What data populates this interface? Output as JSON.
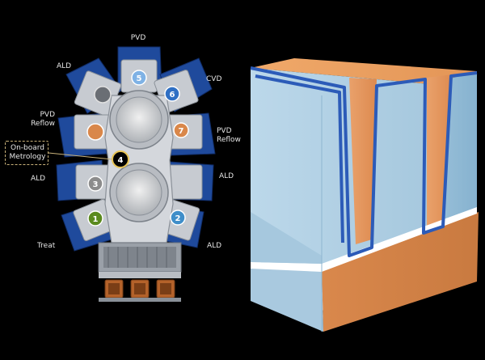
{
  "labels": {
    "pvd_top": "PVD",
    "ald_top_left": "ALD",
    "cvd": "CVD",
    "pvd_reflow_left_1": "PVD",
    "pvd_reflow_left_2": "Reflow",
    "pvd_reflow_right_1": "PVD",
    "pvd_reflow_right_2": "Reflow",
    "metrology_1": "On-board",
    "metrology_2": "Metrology",
    "ald_mid_left": "ALD",
    "ald_mid_right": "ALD",
    "treat": "Treat",
    "ald_bottom_right": "ALD"
  },
  "chambers": [
    {
      "number": "1",
      "color": "#5a8a1e"
    },
    {
      "number": "2",
      "color": "#3f8ec9"
    },
    {
      "number": "3",
      "color": "#8c8c8c"
    },
    {
      "number": "4",
      "color": "#000000"
    },
    {
      "number": "5",
      "color": "#7fb2e5"
    },
    {
      "number": "6",
      "color": "#2f6fc4"
    },
    {
      "number": "7",
      "color": "#d9874a"
    }
  ],
  "colors": {
    "platform_blue": "#1f4a9c",
    "platform_gray": "#c7cbd1",
    "cube_light_blue": "#a9cde4",
    "cube_orange": "#e59a5c",
    "cube_liner": "#2c5bb8"
  }
}
